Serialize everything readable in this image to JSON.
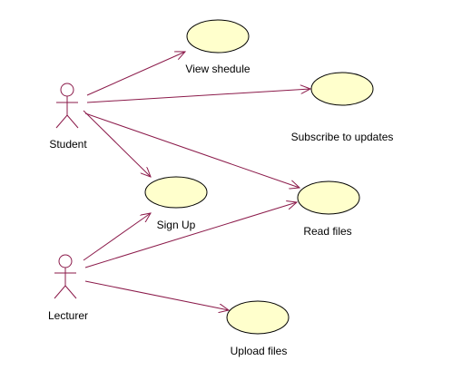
{
  "colors": {
    "line": "#8b1a4a",
    "actor": "#8b1a4a",
    "usecase_fill": "#ffffcc",
    "usecase_stroke": "#000000",
    "text": "#000000",
    "background": "#ffffff"
  },
  "actors": {
    "student": {
      "label": "Student"
    },
    "lecturer": {
      "label": "Lecturer"
    }
  },
  "usecases": {
    "view_schedule": {
      "label": "View shedule"
    },
    "subscribe": {
      "label": "Subscribe to updates"
    },
    "sign_up": {
      "label": "Sign Up"
    },
    "read_files": {
      "label": "Read files"
    },
    "upload_files": {
      "label": "Upload files"
    }
  },
  "associations": [
    {
      "from": "student",
      "to": "view_schedule"
    },
    {
      "from": "student",
      "to": "subscribe"
    },
    {
      "from": "student",
      "to": "sign_up"
    },
    {
      "from": "student",
      "to": "read_files"
    },
    {
      "from": "lecturer",
      "to": "sign_up"
    },
    {
      "from": "lecturer",
      "to": "read_files"
    },
    {
      "from": "lecturer",
      "to": "upload_files"
    }
  ]
}
